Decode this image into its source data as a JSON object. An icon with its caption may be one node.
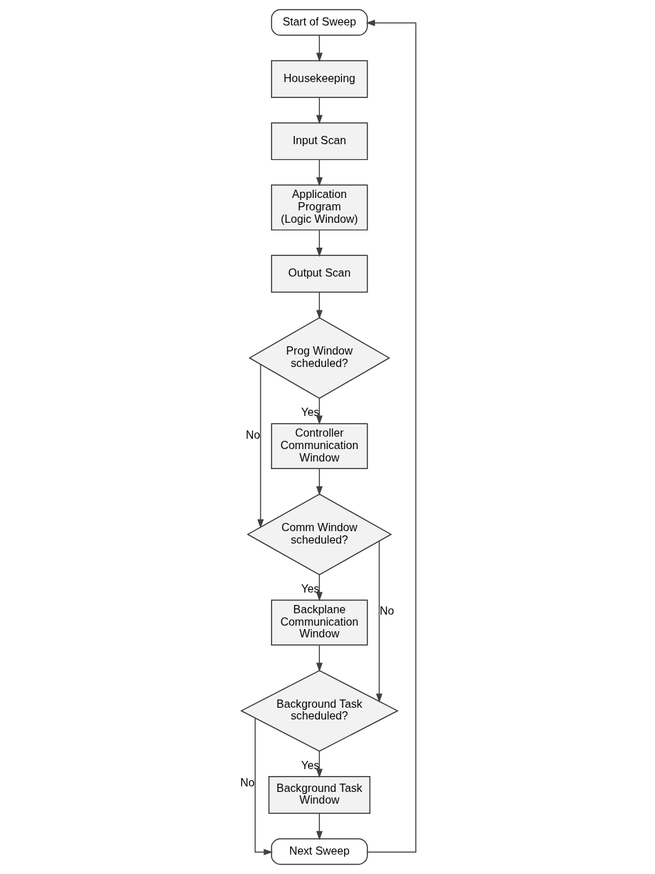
{
  "diagram": {
    "nodes": [
      {
        "text": [
          "Start of Sweep"
        ]
      },
      {
        "text": [
          "Housekeeping"
        ]
      },
      {
        "text": [
          "Input Scan"
        ]
      },
      {
        "text": [
          "Application Program (Logic Window)"
        ]
      },
      {
        "text": [
          "Output Scan"
        ]
      },
      {
        "text": [
          "Prog Window scheduled?"
        ]
      },
      {
        "text": [
          "Controller Communication Window"
        ]
      },
      {
        "text": [
          "Comm Window scheduled?"
        ]
      },
      {
        "text": [
          "Backplane Communication Window"
        ]
      },
      {
        "text": [
          "Background Task scheduled?"
        ]
      },
      {
        "text": [
          "Background Task Window"
        ]
      },
      {
        "text": [
          "Next Sweep"
        ]
      }
    ],
    "edges": [
      {
        "from": 0,
        "to": 1,
        "arrow": "to"
      },
      {
        "from": 1,
        "to": 2,
        "arrow": "to"
      },
      {
        "from": 2,
        "to": 3,
        "arrow": "to"
      },
      {
        "from": 3,
        "to": 4,
        "arrow": "to"
      },
      {
        "from": 4,
        "to": 5,
        "arrow": "to"
      },
      {
        "from": 5,
        "to": 6,
        "arrow": "to",
        "label": "Yes"
      },
      {
        "from": 5,
        "to": 7,
        "arrow": "to",
        "label": "No"
      },
      {
        "from": 6,
        "to": 7,
        "arrow": "to"
      },
      {
        "from": 7,
        "to": 8,
        "arrow": "to",
        "label": "Yes"
      },
      {
        "from": 7,
        "to": 9,
        "arrow": "to",
        "label": "No"
      },
      {
        "from": 8,
        "to": 9,
        "arrow": "to"
      },
      {
        "from": 9,
        "to": 10,
        "arrow": "to",
        "label": "Yes"
      },
      {
        "from": 9,
        "to": 11,
        "arrow": "to",
        "label": "No"
      },
      {
        "from": 10,
        "to": 11,
        "arrow": "to"
      },
      {
        "from": 11,
        "to": 0,
        "arrow": "to"
      }
    ]
  }
}
